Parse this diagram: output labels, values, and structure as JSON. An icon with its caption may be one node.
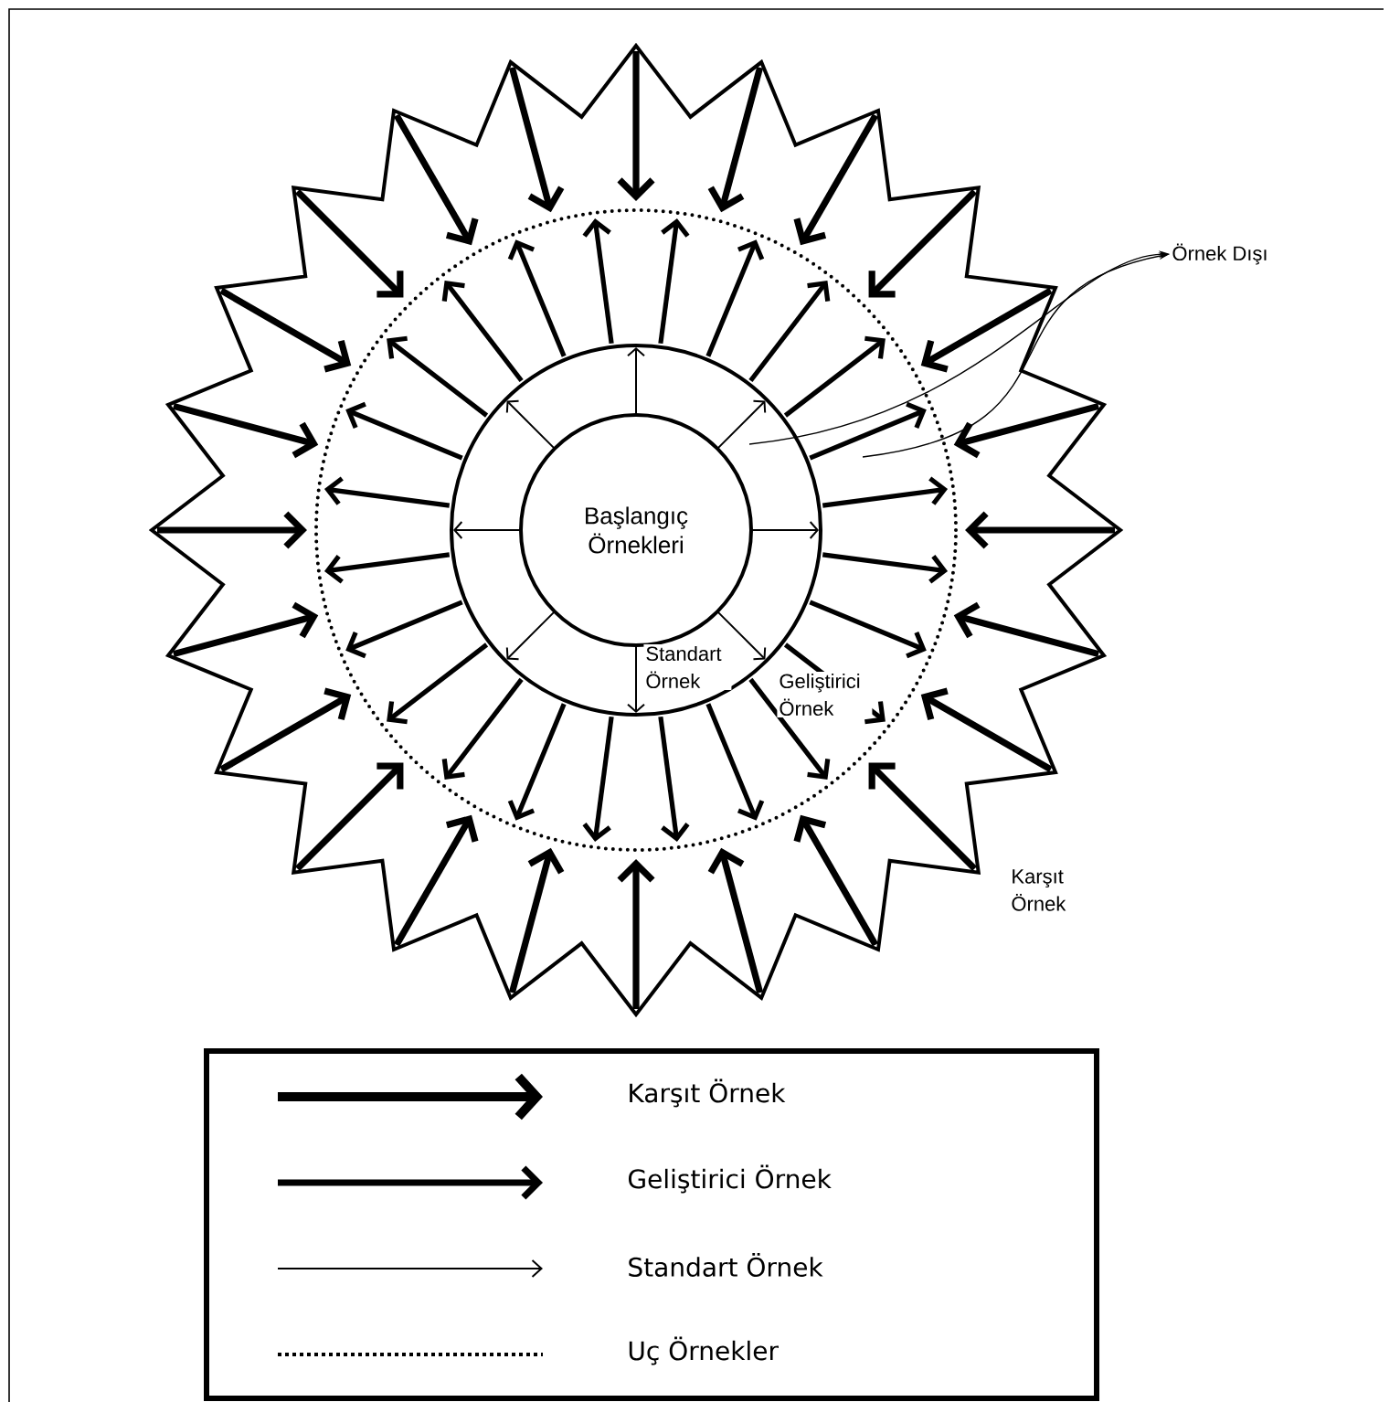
{
  "diagram": {
    "nodes": [
      {
        "text": [
          "Başlangıç Örnekleri"
        ]
      },
      {
        "text": [
          "Örnek Dışı"
        ]
      }
    ],
    "edges": [
      {
        "from": null,
        "to": 1,
        "arrow": "to"
      },
      {
        "from": null,
        "to": 1,
        "arrow": "to"
      }
    ],
    "labels": [
      "Standart Örnek",
      "Geliştirici Örnek",
      "Karşıt Örnek"
    ],
    "legend": [
      {
        "text": "Karşıt Örnek"
      },
      {
        "text": "Geliştirici Örnek"
      },
      {
        "text": "Standart Örnek"
      },
      {
        "text": "Uç Örnekler"
      }
    ]
  }
}
